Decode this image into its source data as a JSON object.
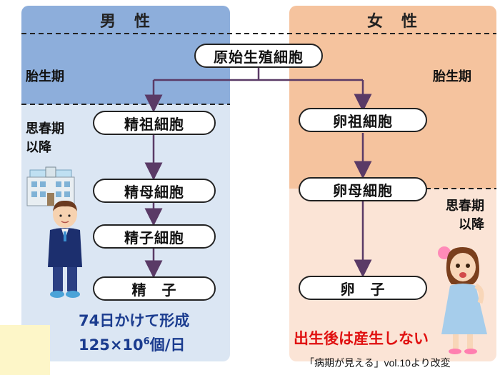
{
  "headers": {
    "male": "男　性",
    "female": "女　性"
  },
  "periods": {
    "fetal_left": "胎生期",
    "fetal_right": "胎生期",
    "puberty_left_line1": "思春期",
    "puberty_left_line2": "以降",
    "puberty_right_line1": "思春期",
    "puberty_right_line2": "以降"
  },
  "nodes": {
    "primordial": "原始生殖細胞",
    "spermatogonium": "精祖細胞",
    "primary_spermatocyte": "精母細胞",
    "spermatid": "精子細胞",
    "sperm": "精　子",
    "oogonium": "卵祖細胞",
    "primary_oocyte": "卵母細胞",
    "ovum": "卵　子"
  },
  "notes": {
    "male_line1": "74日かけて形成",
    "male_line2_prefix": "125×10",
    "male_line2_sup": "6",
    "male_line2_suffix": "個/日",
    "female": "出生後は産生しない"
  },
  "credit": "「病期が見える」vol.10より改変",
  "colors": {
    "male_fetal": "#8daedb",
    "male_puberty": "#dbe6f3",
    "female_fetal": "#f5c39e",
    "female_puberty": "#fbe4d6",
    "arrow": "#5a3a66",
    "male_note": "#1b3c8f",
    "female_note": "#e01010"
  }
}
